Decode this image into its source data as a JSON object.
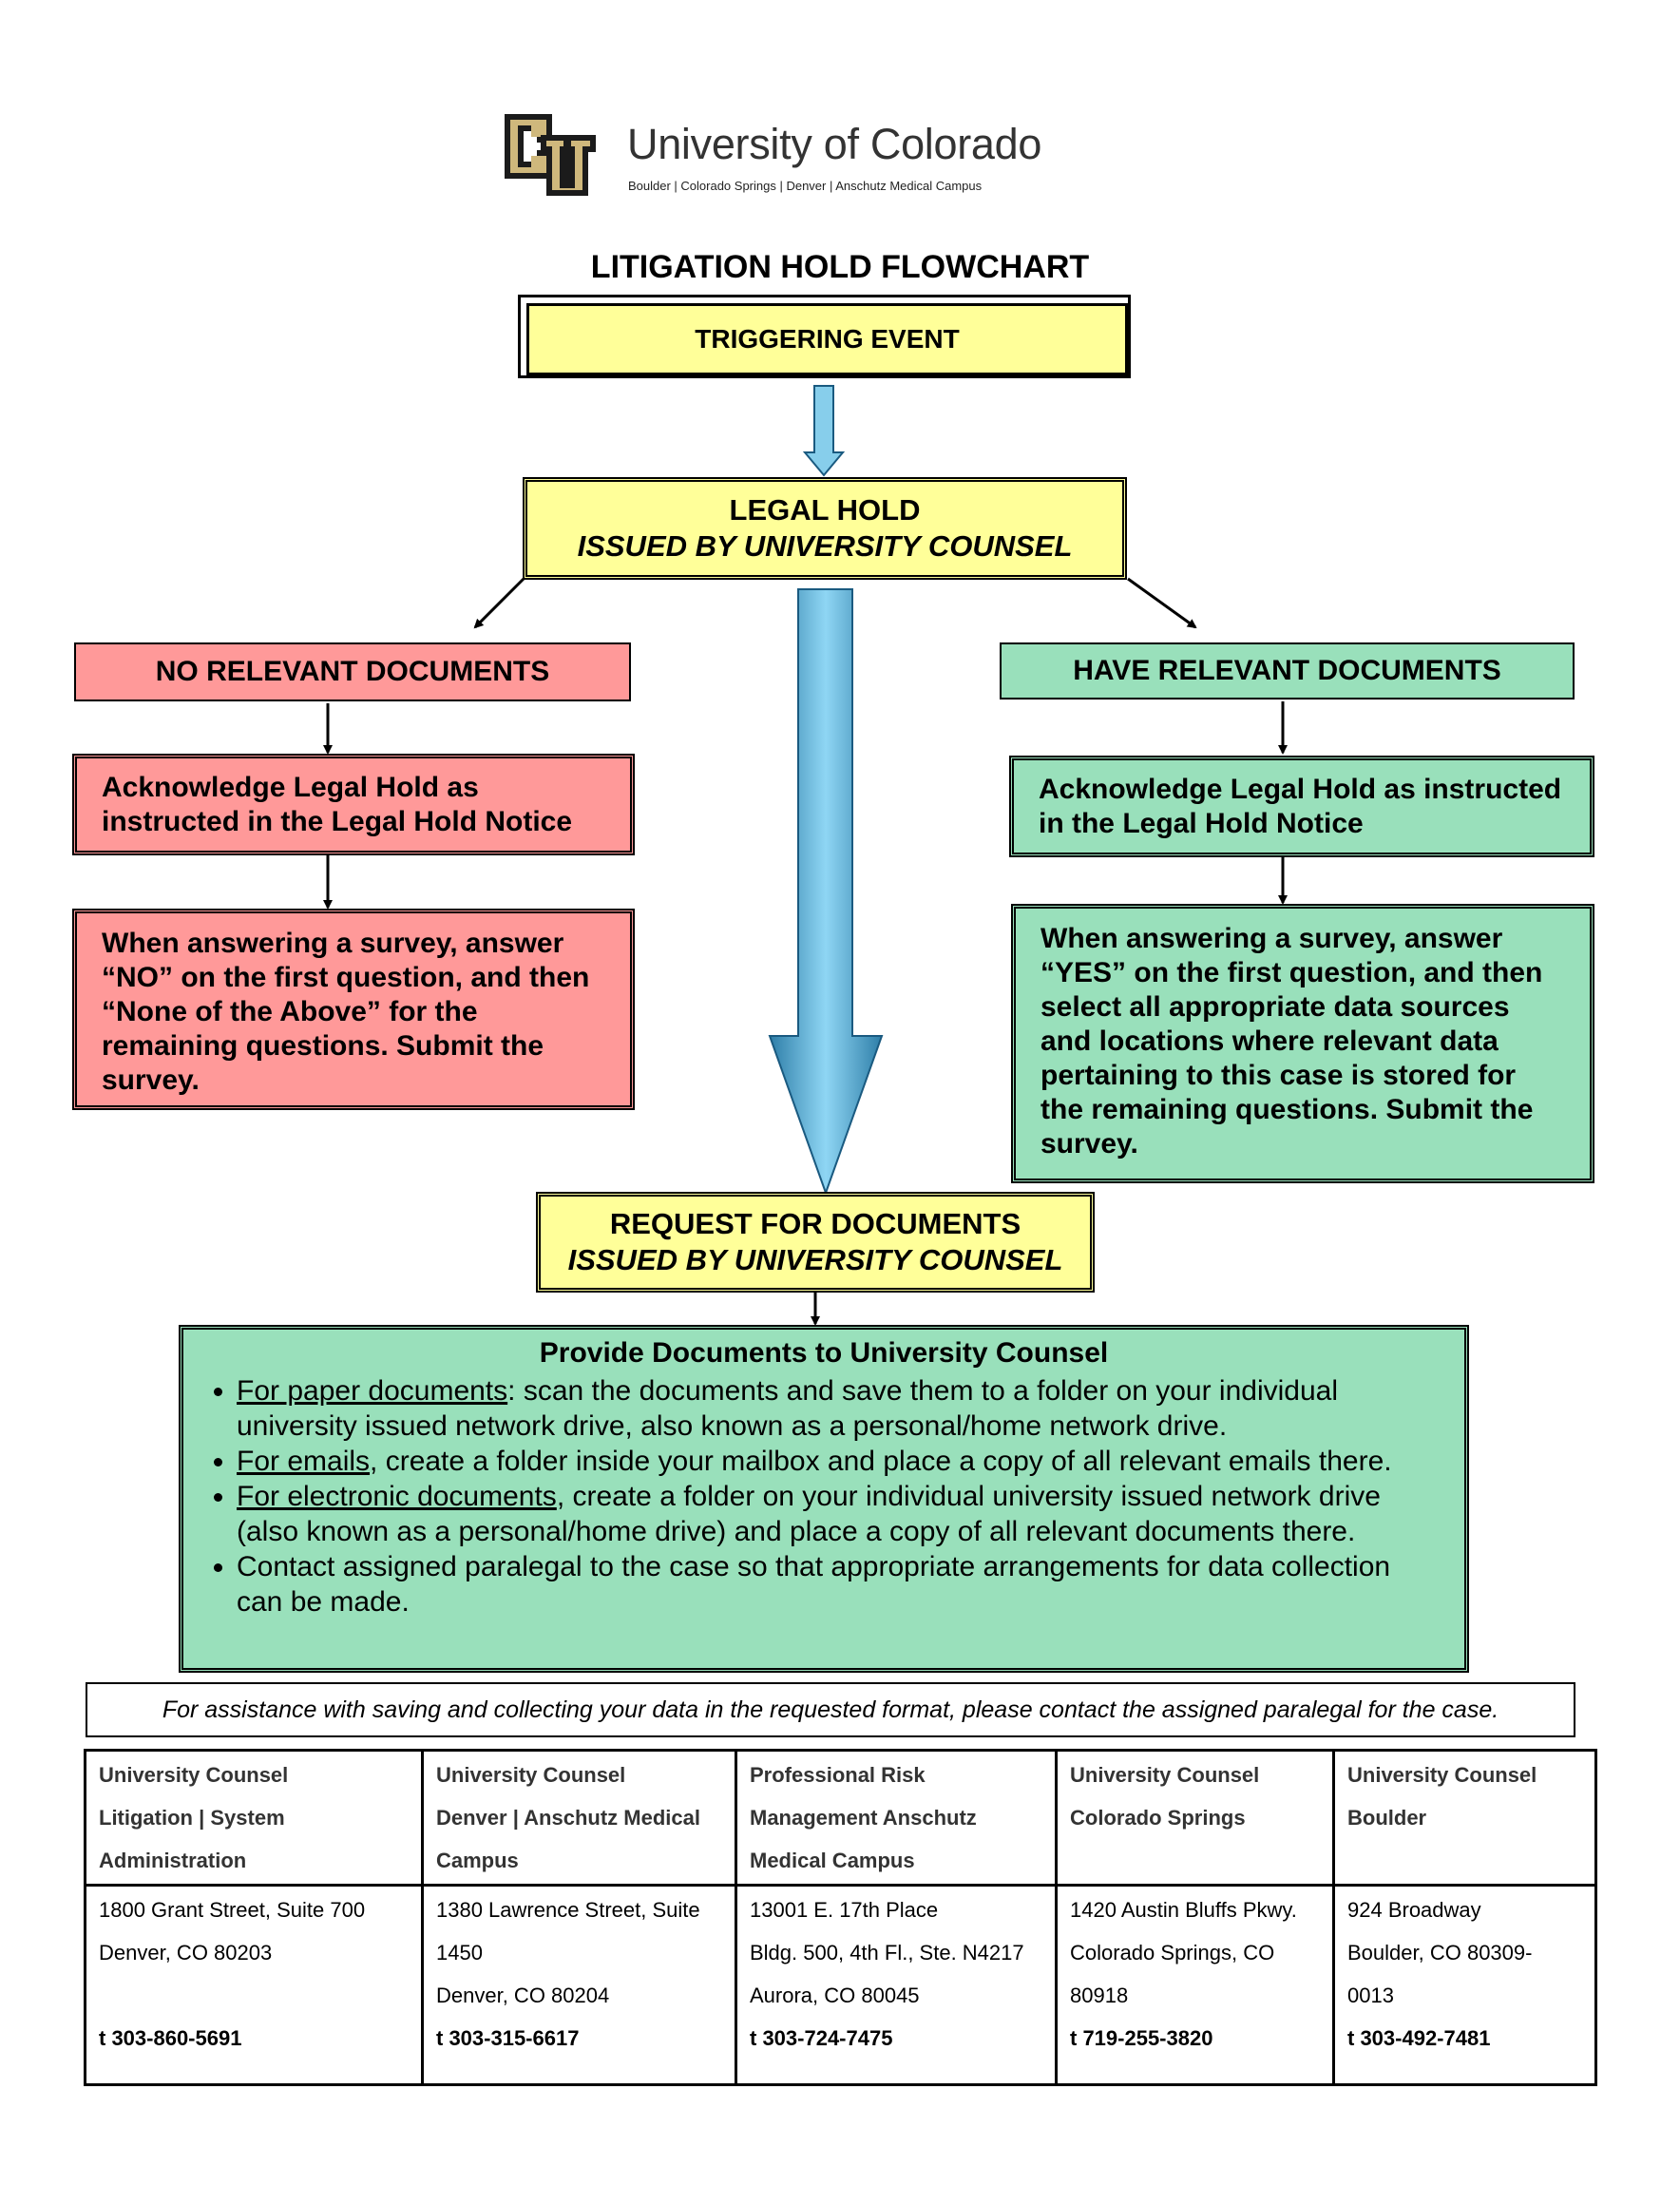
{
  "logo": {
    "name": "University of Colorado",
    "campuses": "Boulder | Colorado Springs | Denver | Anschutz Medical Campus",
    "colors": {
      "gold": "#cfb87c",
      "black": "#1b1b1b"
    }
  },
  "title": "LITIGATION HOLD FLOWCHART",
  "nodes": {
    "trigger": "TRIGGERING EVENT",
    "legal_hold": {
      "line1": "LEGAL HOLD",
      "line2": "ISSUED BY UNIVERSITY COUNSEL"
    },
    "no_docs": "NO RELEVANT DOCUMENTS",
    "have_docs": "HAVE RELEVANT DOCUMENTS",
    "ack_no": "Acknowledge Legal Hold as instructed in the Legal Hold Notice",
    "ack_yes": "Acknowledge Legal Hold as instructed in the Legal Hold Notice",
    "survey_no": "When answering a survey, answer “NO” on the first question, and then “None of the Above” for the remaining questions. Submit the survey.",
    "survey_yes": "When answering a survey, answer “YES” on the first question, and then select all appropriate data sources and locations where relevant data pertaining to this case is stored for the remaining questions. Submit the survey.",
    "request": {
      "line1": "REQUEST FOR DOCUMENTS",
      "line2": "ISSUED BY UNIVERSITY COUNSEL"
    },
    "provide": {
      "title": "Provide Documents to University Counsel",
      "items": [
        {
          "lead": "For paper documents",
          "rest": ": scan the documents and save them to a folder on your individual university issued network drive, also known as a personal/home network drive."
        },
        {
          "lead": "For emails",
          "rest": ", create a folder inside your mailbox and place a copy of all relevant emails there."
        },
        {
          "lead": "For electronic documents",
          "rest": ", create a folder on your individual university issued network drive (also known as a personal/home drive) and place a copy of all relevant documents there."
        },
        {
          "lead": "",
          "rest": "Contact assigned paralegal to the case so that appropriate arrangements for data collection can be made."
        }
      ]
    }
  },
  "colors": {
    "yellow": "#ffff99",
    "pink": "#ff9999",
    "green": "#99e0bb",
    "arrow": "#87ceeb"
  },
  "assistance": "For assistance with saving and collecting your data in the requested format, please contact the assigned paralegal for the case.",
  "contacts": [
    {
      "office": [
        "University Counsel",
        "Litigation | System",
        "Administration"
      ],
      "address": [
        "1800 Grant Street, Suite 700",
        "Denver, CO 80203"
      ],
      "phone": "t 303-860-5691"
    },
    {
      "office": [
        "University Counsel",
        "Denver  | Anschutz Medical",
        "Campus"
      ],
      "address": [
        "1380 Lawrence Street, Suite",
        "1450",
        "Denver, CO 80204"
      ],
      "phone": "t 303-315-6617"
    },
    {
      "office": [
        "Professional Risk",
        "Management Anschutz",
        "Medical Campus"
      ],
      "address": [
        "13001 E. 17th Place",
        "Bldg. 500, 4th Fl., Ste. N4217",
        "Aurora, CO 80045"
      ],
      "phone": "t 303-724-7475"
    },
    {
      "office": [
        "University Counsel",
        "Colorado Springs"
      ],
      "address": [
        "1420 Austin Bluffs Pkwy.",
        "Colorado Springs, CO",
        "80918"
      ],
      "phone": "t 719-255-3820"
    },
    {
      "office": [
        "University Counsel",
        "Boulder"
      ],
      "address": [
        "924 Broadway",
        "Boulder, CO 80309-",
        "0013"
      ],
      "phone": "t 303-492-7481"
    }
  ]
}
